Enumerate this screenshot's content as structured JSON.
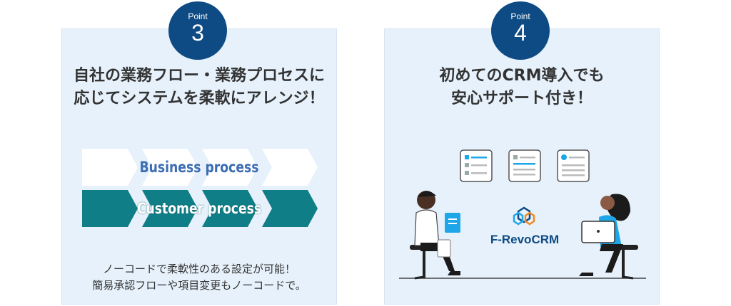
{
  "point3": {
    "badge_label": "Point",
    "badge_number": "3",
    "headline_line1": "自社の業務フロー・業務プロセスに",
    "headline_line2": "応じてシステムを柔軟にアレンジ！",
    "business_label": "Business process",
    "customer_label": "Customer process",
    "sub_line1": "ノーコードで柔軟性のある設定が可能！",
    "sub_line2": "簡易承認フローや項目変更もノーコードで。"
  },
  "point4": {
    "badge_label": "Point",
    "badge_number": "4",
    "headline_line1": "初めてのCRM導入でも",
    "headline_line2": "安心サポート付き！",
    "brand_name": "F-RevoCRM"
  },
  "colors": {
    "badge": "#0e4a83",
    "card_background": "#e6f1fb",
    "customer_chevron": "#107e87",
    "business_text": "#3d6db3",
    "accent": "#1ea7e8"
  }
}
